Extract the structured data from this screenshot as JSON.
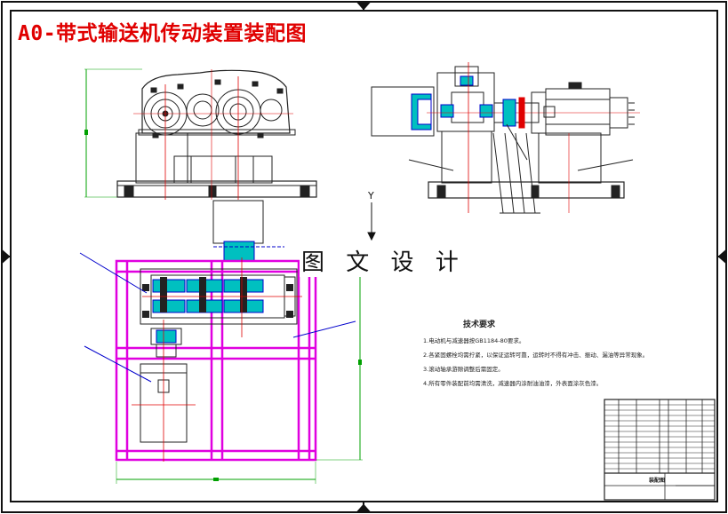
{
  "title": "A0-带式输送机传动装置装配图",
  "watermark": "图 文 设 计",
  "tech_requirements": {
    "heading": "技术要求",
    "items": [
      "1.电动机与减速器按GB1184-80要求。",
      "2.各紧固螺栓均需拧紧，以保证运转可靠，运转时不得有冲击、振动、漏油等异常现象。",
      "3.滚动轴承游隙调整后需固定。",
      "4.所有零件装配前均需清洗，减速器内涂耐油油漆，外表面涂灰色漆。"
    ]
  },
  "view_label": "Y",
  "colors": {
    "line": "#1a1a1a",
    "accent_red": "#e00000",
    "magenta": "#e000e0",
    "blue": "#0000cc",
    "cyan": "#00c0c0",
    "green": "#00a000"
  },
  "title_block": {
    "drawing_name": "装配图"
  }
}
